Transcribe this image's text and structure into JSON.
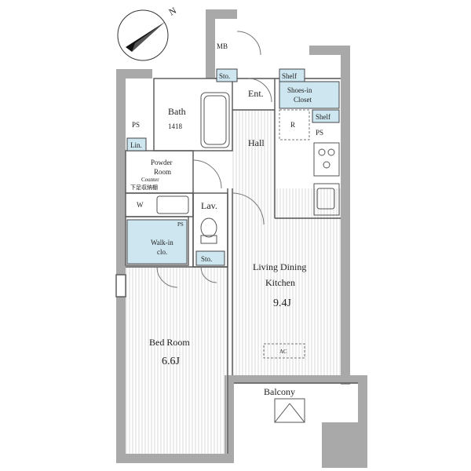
{
  "compass": {
    "north_label": "N"
  },
  "rooms": {
    "mb": "MB",
    "sto_top": "Sto.",
    "shelf_top": "Shelf",
    "entrance": "Ent.",
    "shoes_closet_line1": "Shoes-in",
    "shoes_closet_line2": "Closet",
    "bath_line1": "Bath",
    "bath_line2": "1418",
    "ps_left": "PS",
    "lin": "Lin.",
    "hall": "Hall",
    "shelf_right": "Shelf",
    "ps_right": "PS",
    "refrigerator": "R",
    "powder_line1": "Powder",
    "powder_line2": "Room",
    "counter": "Counter",
    "counter_note": "下足収納棚",
    "washer": "W",
    "lav": "Lav.",
    "ps_mid": "PS",
    "walkin_line1": "Walk-in",
    "walkin_line2": "clo.",
    "sto_mid": "Sto.",
    "ldk_line1": "Living Dining",
    "ldk_line2": "Kitchen",
    "ldk_size": "9.4J",
    "ac": "AC",
    "bedroom": "Bed Room",
    "bedroom_size": "6.6J",
    "balcony": "Balcony"
  },
  "colors": {
    "wall": "#a9a9a9",
    "storage": "#cde6f0",
    "floor_line": "#d4d4d4",
    "line": "#555555"
  }
}
